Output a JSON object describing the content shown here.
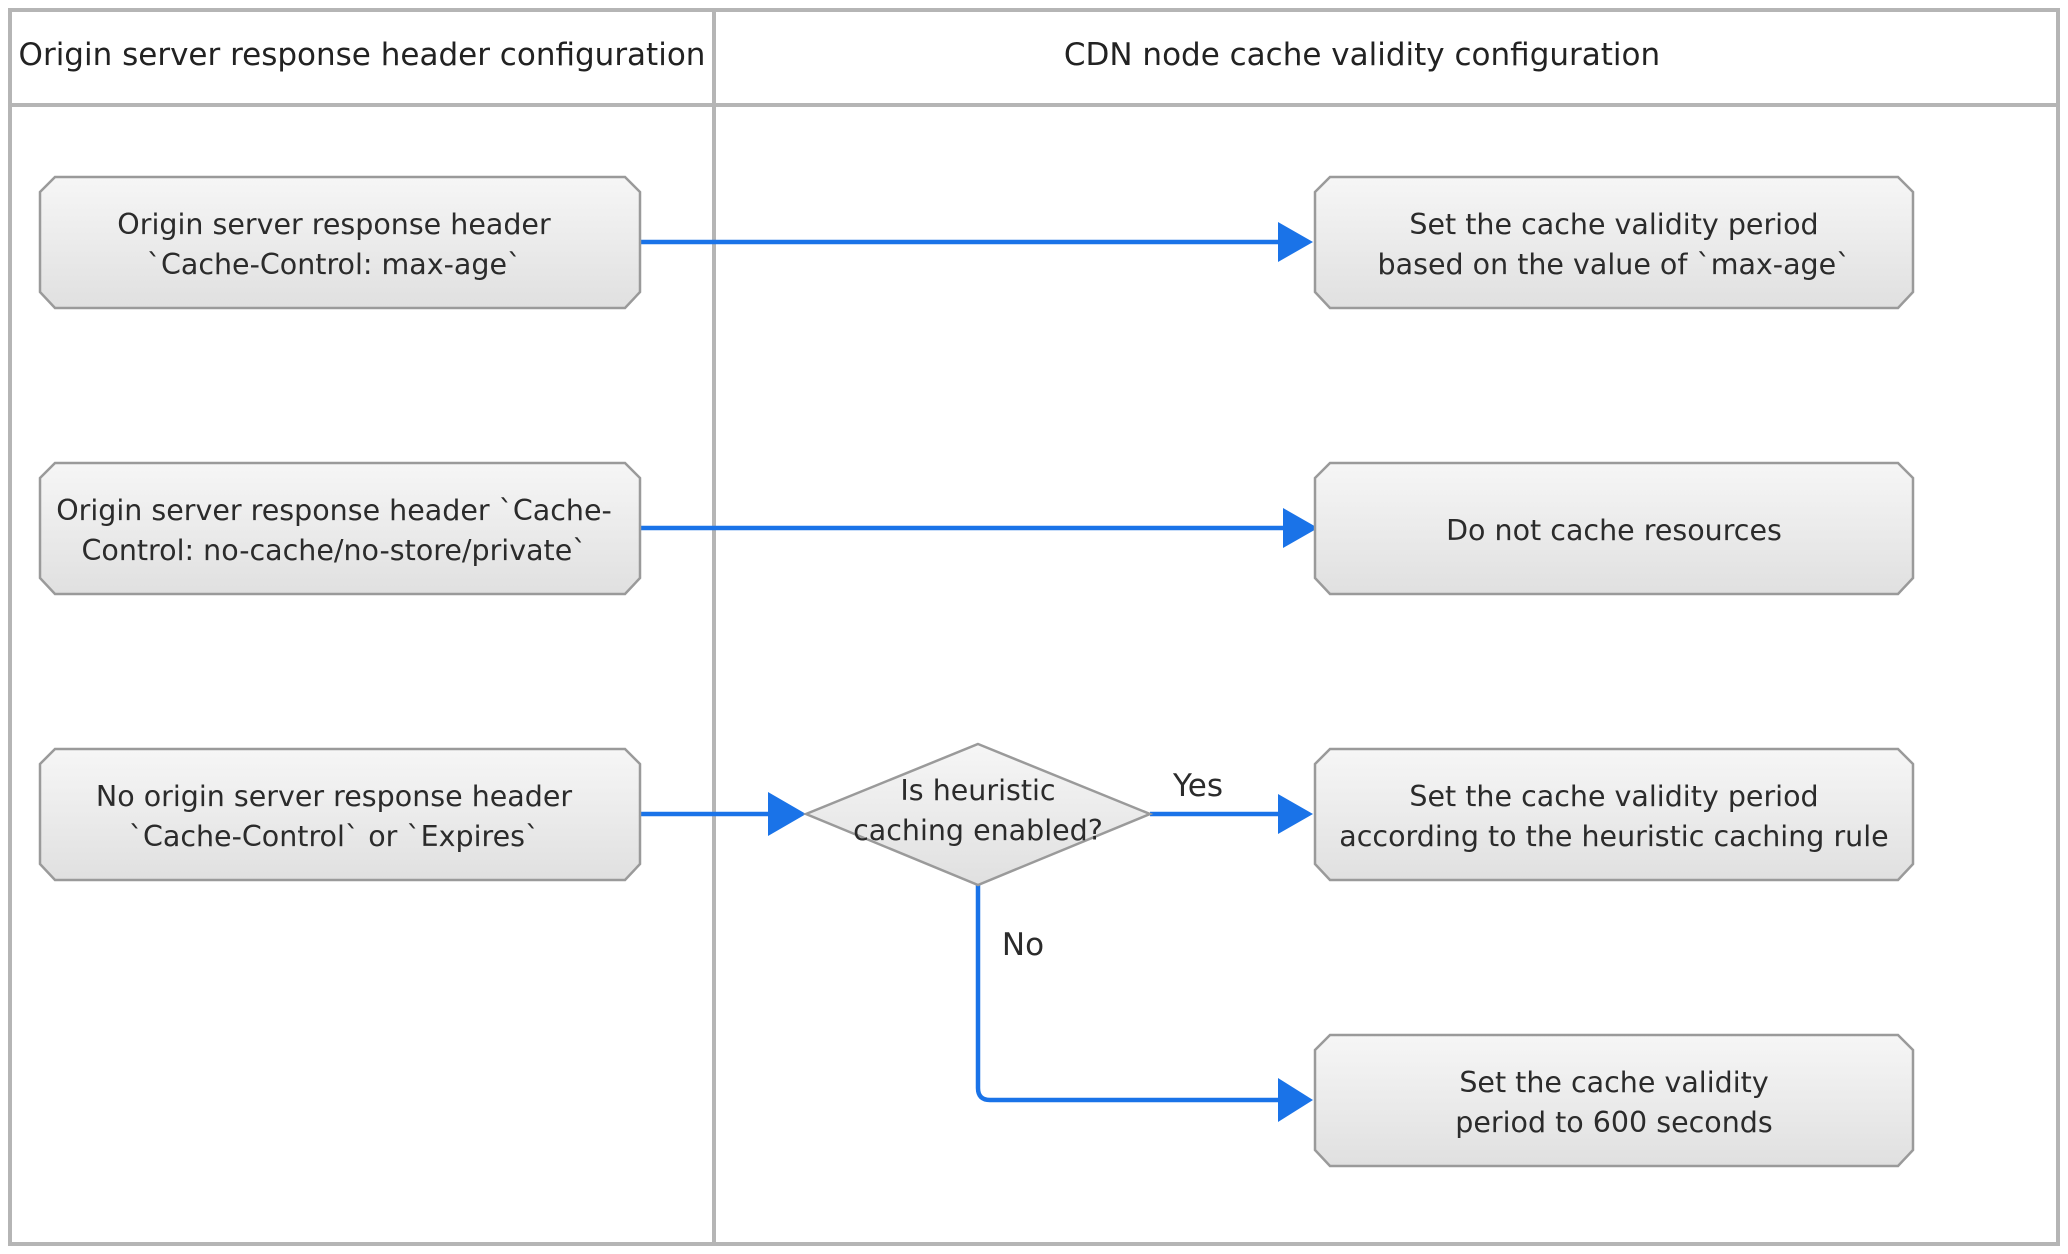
{
  "lanes": {
    "left_title": "Origin server response header configuration",
    "right_title": "CDN node cache validity configuration"
  },
  "nodes": {
    "origin_max_age": {
      "line1": "Origin server response header",
      "line2": "`Cache-Control: max-age`"
    },
    "origin_no_cache": {
      "line1": "Origin server response header `Cache-",
      "line2": "Control: no-cache/no-store/private`"
    },
    "origin_none": {
      "line1": "No origin server response header",
      "line2": "`Cache-Control` or `Expires`"
    },
    "decision_heuristic": {
      "line1": "Is heuristic",
      "line2": "caching enabled?"
    },
    "result_max_age": {
      "line1": "Set the cache validity period",
      "line2": "based on the value of `max-age`"
    },
    "result_no_cache": {
      "line1": "Do not cache resources"
    },
    "result_heuristic": {
      "line1": "Set the cache validity period",
      "line2": "according to the heuristic caching rule"
    },
    "result_600": {
      "line1": "Set the cache validity",
      "line2": "period to 600 seconds"
    }
  },
  "branches": {
    "yes_label": "Yes",
    "no_label": "No"
  },
  "colors": {
    "connector": "#1a73e8",
    "node_fill_top": "#f4f4f4",
    "node_fill_bottom": "#e2e2e2",
    "node_border": "#9a9a9a",
    "lane_border": "#b5b5b5"
  }
}
